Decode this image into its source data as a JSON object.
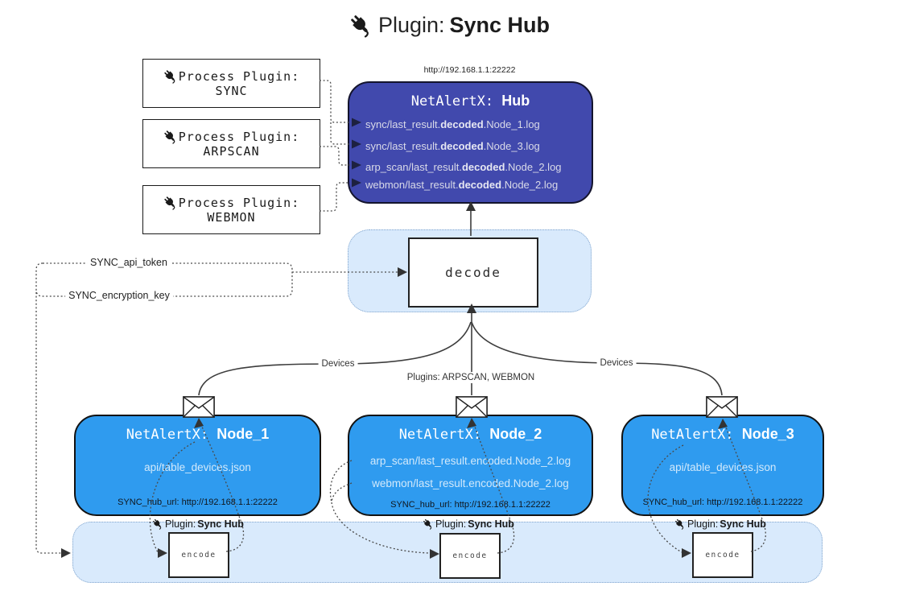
{
  "title": {
    "label": "Plugin:",
    "name": "Sync Hub"
  },
  "hub": {
    "url": "http://192.168.1.1:22222",
    "prefix": "NetAlertX: ",
    "name": "Hub",
    "logs": [
      {
        "pre": "sync/last_result.",
        "mid": "decoded",
        "post": ".Node_1.log"
      },
      {
        "pre": "sync/last_result.",
        "mid": "decoded",
        "post": ".Node_3.log"
      },
      {
        "pre": "arp_scan/last_result.",
        "mid": "decoded",
        "post": ".Node_2.log"
      },
      {
        "pre": "webmon/last_result.",
        "mid": "decoded",
        "post": ".Node_2.log"
      }
    ]
  },
  "process_plugins": [
    {
      "label": "Process Plugin:",
      "name": "SYNC"
    },
    {
      "label": "Process Plugin:",
      "name": "ARPSCAN"
    },
    {
      "label": "Process Plugin:",
      "name": "WEBMON"
    }
  ],
  "decode": {
    "label": "decode"
  },
  "settings": {
    "api_token": "SYNC_api_token",
    "encryption_key": "SYNC_encryption_key"
  },
  "edge_labels": {
    "devices_left": "Devices",
    "plugins_mid": "Plugins: ARPSCAN, WEBMON",
    "devices_right": "Devices"
  },
  "nodes": [
    {
      "prefix": "NetAlertX: ",
      "name": "Node_1",
      "files": [
        "api/table_devices.json"
      ],
      "hub_url": "SYNC_hub_url: http://192.168.1.1:22222"
    },
    {
      "prefix": "NetAlertX: ",
      "name": "Node_2",
      "files": [
        "arp_scan/last_result.encoded.Node_2.log",
        "webmon/last_result.encoded.Node_2.log"
      ],
      "hub_url": "SYNC_hub_url: http://192.168.1.1:22222"
    },
    {
      "prefix": "NetAlertX: ",
      "name": "Node_3",
      "files": [
        "api/table_devices.json"
      ],
      "hub_url": "SYNC_hub_url: http://192.168.1.1:22222"
    }
  ],
  "encoder": {
    "plugin_label": "Plugin:",
    "plugin_name": "Sync Hub",
    "box_label": "encode"
  },
  "colors": {
    "hub_fill": "#4149AD",
    "node_fill": "#2F9BEF",
    "panel_fill": "#D9EAFC",
    "panel_border": "#7FA3CC",
    "line": "#3D3D3D",
    "hub_text": "#D9DAE8"
  }
}
